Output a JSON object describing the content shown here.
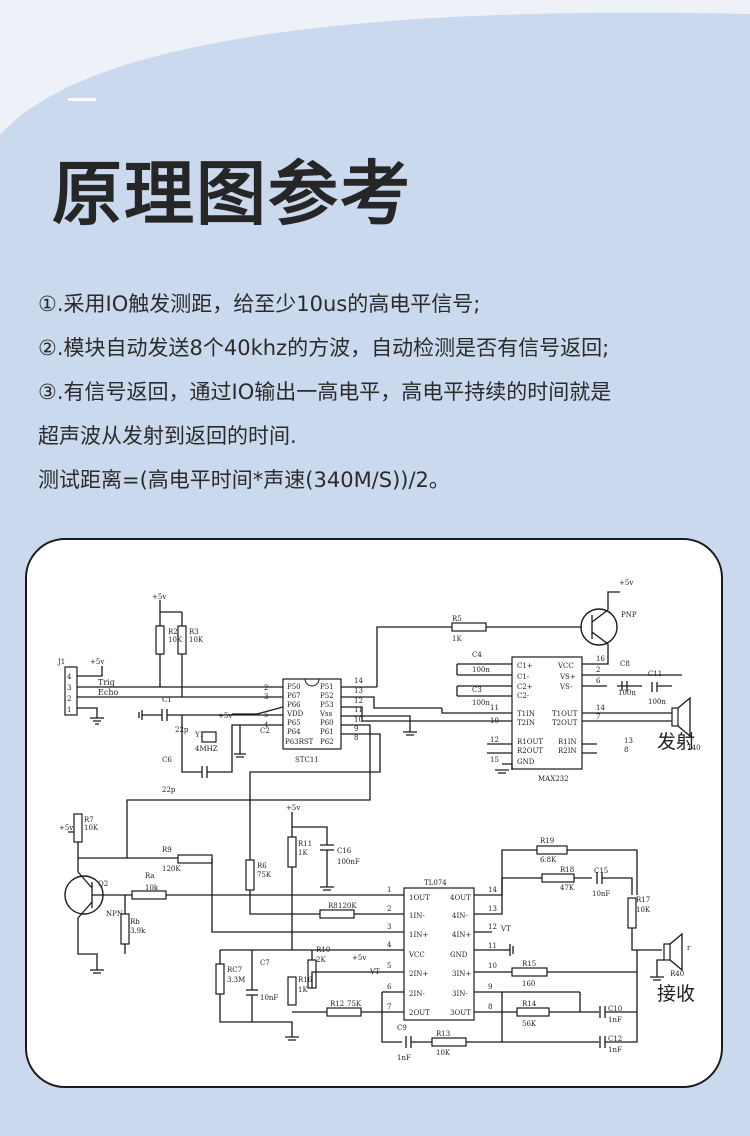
{
  "title": "原理图参考",
  "description": [
    "①.采用IO触发测距，给至少10us的高电平信号;",
    "②.模块自动发送8个40khz的方波，自动检测是否有信号返回;",
    "③.有信号返回，通过IO输出一高电平，高电平持续的时间就是",
    "超声波从发射到返回的时间.",
    "测试距离=(高电平时间*声速(340M/S))/2。"
  ],
  "schematic": {
    "chips": {
      "mcu": {
        "name": "STC11",
        "pins_left": [
          "P50",
          "P67",
          "P66",
          "VDD",
          "P65",
          "P64",
          "P63RST"
        ],
        "pins_right": [
          "P51",
          "P52",
          "P53",
          "Vss",
          "P60",
          "P61",
          "P62"
        ]
      },
      "max232": {
        "name": "MAX232",
        "pins_left": [
          "C1+",
          "C1-",
          "C2+",
          "C2-",
          "T1IN",
          "T2IN",
          "R1OUT",
          "R2OUT",
          "GND"
        ],
        "pins_right": [
          "VCC",
          "VS+",
          "VS-",
          "T1OUT",
          "T2OUT",
          "R1IN",
          "R2IN"
        ]
      },
      "opamp": {
        "name": "TL074",
        "pins_left": [
          "1OUT",
          "1IN-",
          "1IN+",
          "VCC",
          "2IN+",
          "2IN-",
          "2OUT"
        ],
        "pins_right": [
          "4OUT",
          "4IN-",
          "4IN+",
          "GND",
          "3IN+",
          "3IN-",
          "3OUT"
        ]
      }
    },
    "connector": {
      "name": "J1",
      "labels": [
        "Trig",
        "Echo"
      ]
    },
    "parts": {
      "R2": "R2",
      "R2v": "10K",
      "R3": "R3",
      "R3v": "10K",
      "C1": "C1",
      "C1v": "22p",
      "C6": "C6",
      "C6v": "22p",
      "Y1": "Y1",
      "Y1v": "4MHZ",
      "C2": "C2",
      "R5": "R5",
      "R5v": "1K",
      "C4": "C4",
      "C4v": "100n",
      "C3": "C3",
      "C3v": "100n",
      "C8": "C8",
      "C8v": "100n",
      "C11": "C11",
      "C11v": "100n",
      "pnp": "PNP",
      "R7": "R7",
      "R7v": "10K",
      "R9": "R9",
      "R9v": "120K",
      "Ra": "Ra",
      "Rav": "10k",
      "Q2": "Q2",
      "npn": "NPN",
      "Rb": "Rb",
      "Rbv": "3.9k",
      "R6": "R6",
      "R6v": "75K",
      "R11": "R11",
      "R11v": "1K",
      "C16": "C16",
      "C16v": "100nF",
      "R8": "R8",
      "R8v": "120K",
      "RC7": "RC7",
      "RC7v": "3.3M",
      "C7": "C7",
      "C7v": "10nF",
      "R10": "R10",
      "R10v": "2K",
      "R16": "R16",
      "R16v": "1K",
      "R12": "R12",
      "R12v": "75K",
      "C9": "C9",
      "C9v": "1nF",
      "R13": "R13",
      "R13v": "10K",
      "R19": "R19",
      "R19v": "6.8K",
      "R18": "R18",
      "R18v": "47K",
      "C15": "C15",
      "C15v": "10nF",
      "R17": "R17",
      "R17v": "10K",
      "R15": "R15",
      "R15v": "160",
      "R14": "R14",
      "R14v": "56K",
      "C10": "C10",
      "C10v": "1nF",
      "C12": "C12",
      "C12v": "1nF",
      "T40": "T40",
      "R40": "R40",
      "vt": "VT",
      "r": "r"
    },
    "supply": "+5v",
    "labels": {
      "transmit": "发射",
      "receive": "接收"
    }
  }
}
